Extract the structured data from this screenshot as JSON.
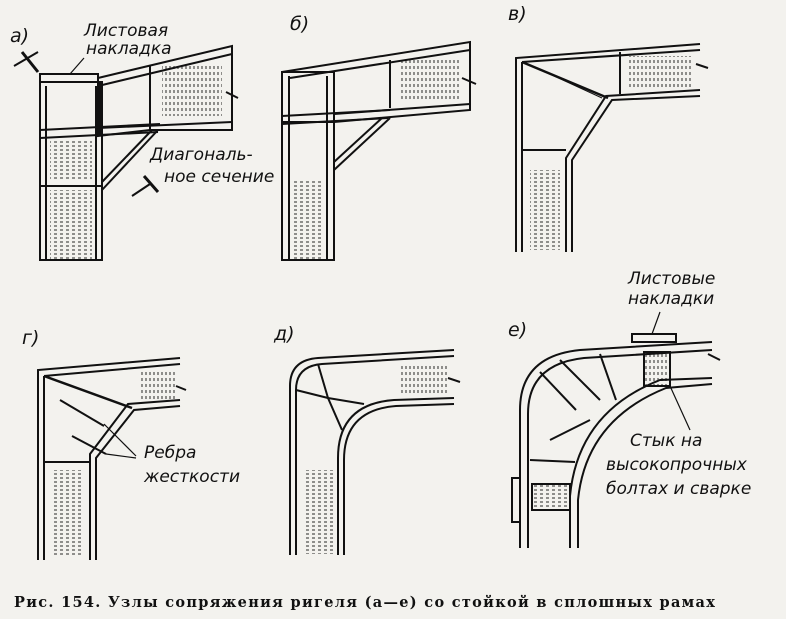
{
  "figure": {
    "panels": [
      {
        "letter": "а)"
      },
      {
        "letter": "б)"
      },
      {
        "letter": "в)"
      },
      {
        "letter": "г)"
      },
      {
        "letter": "д)"
      },
      {
        "letter": "е)"
      }
    ],
    "annotations": {
      "sheet_plate_line1": "Листовая",
      "sheet_plate_line2": "накладка",
      "diagonal_line1": "Диагональ-",
      "diagonal_line2": "ное сечение",
      "ribs_line1": "Ребра",
      "ribs_line2": "жесткости",
      "sheet_plates_line1": "Листовые",
      "sheet_plates_line2": "накладки",
      "joint_line1": "Стык на",
      "joint_line2": "высокопрочных",
      "joint_line3": "болтах и сварке"
    }
  },
  "caption": {
    "text": "Рис. 154. Узлы сопряжения ригеля (а—е) со стойкой в сплошных рамах"
  },
  "colors": {
    "ink": "#111111",
    "paper": "#f3f2ee"
  }
}
